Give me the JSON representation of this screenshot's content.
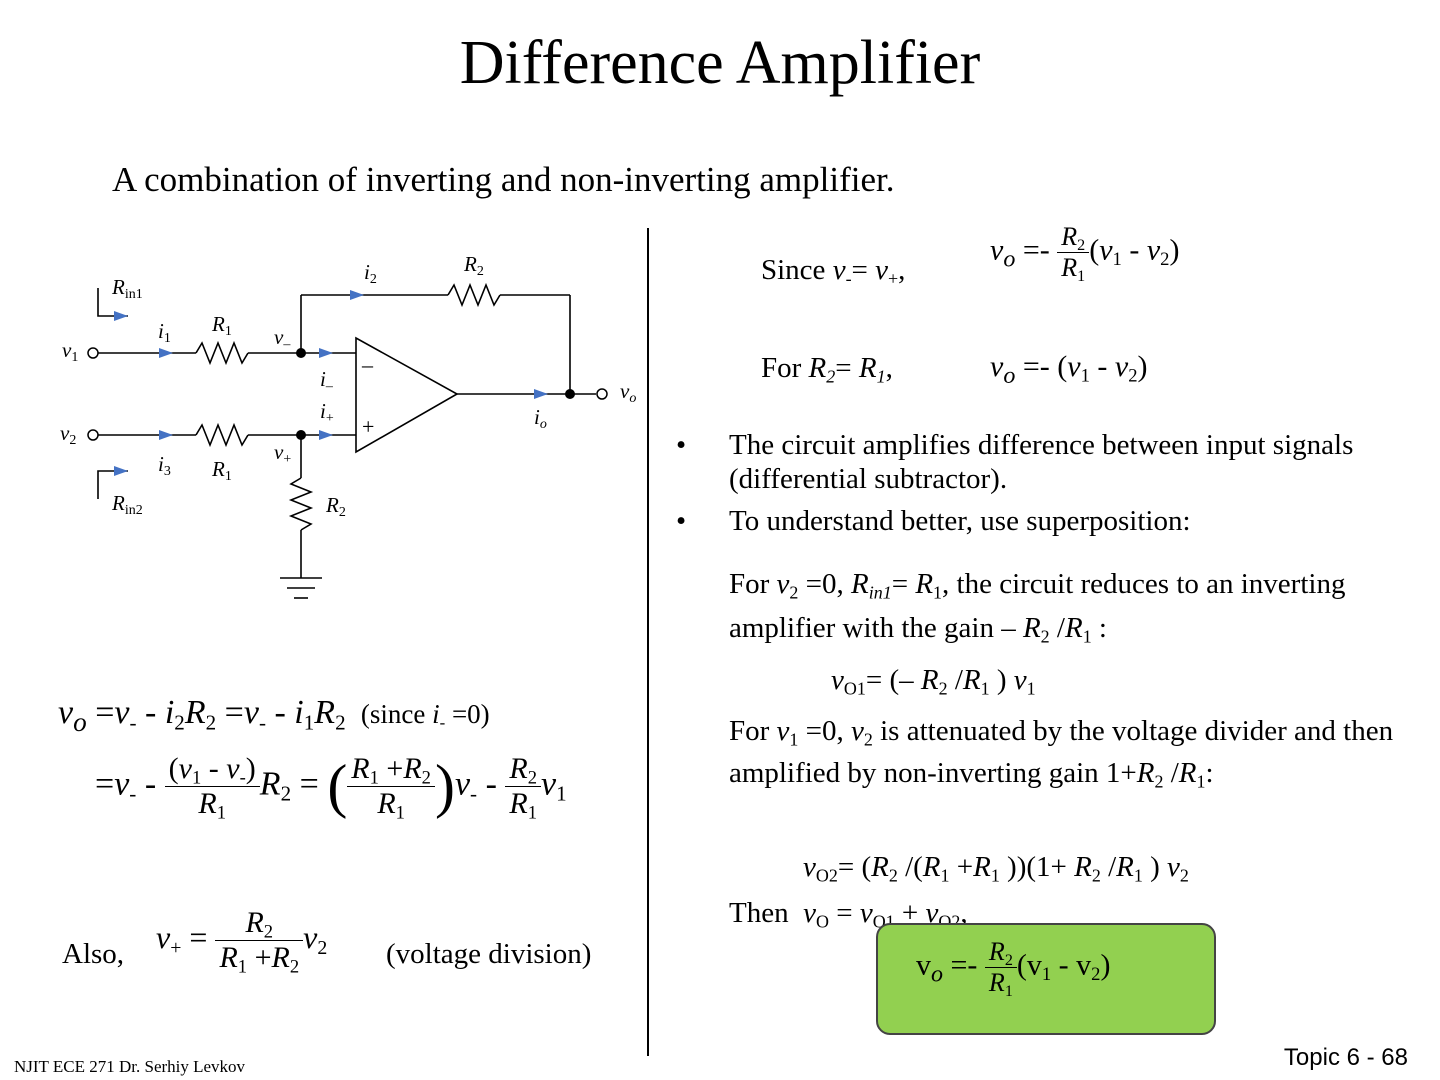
{
  "slide": {
    "title": "Difference Amplifier",
    "subtitle": "A combination of inverting and non-inverting amplifier."
  },
  "circuit": {
    "rin1": "R",
    "rin1_sub": "in1",
    "rin2": "R",
    "rin2_sub": "in2",
    "v1": "v",
    "v1_sub": "1",
    "v2": "v",
    "v2_sub": "2",
    "vo": "v",
    "vo_sub": "o",
    "i1": "i",
    "i1_sub": "1",
    "i2": "i",
    "i2_sub": "2",
    "i3": "i",
    "i3_sub": "3",
    "io": "i",
    "io_sub": "o",
    "iminus": "i",
    "iminus_sub": "–",
    "iplus": "i",
    "iplus_sub": "+",
    "vminus": "v",
    "vminus_sub": "–",
    "vplus": "v",
    "vplus_sub": "+",
    "r1_top": "R",
    "r1_top_sub": "1",
    "r1_bot": "R",
    "r1_bot_sub": "1",
    "r2_top": "R",
    "r2_top_sub": "2",
    "r2_bot": "R",
    "r2_bot_sub": "2",
    "minus_sign": "–",
    "plus_sign": "+"
  },
  "right": {
    "since_label": "Since v- = v+,",
    "for_label": "For R2= R1,",
    "bullets": [
      "The circuit amplifies difference between input signals (differential subtractor).",
      "To understand better, use superposition:"
    ],
    "para1": "For v2 =0, Rin1= R1, the circuit reduces to an inverting amplifier with the gain – R2 /R1 :",
    "eq_vo1": "vO1= (– R2 /R1 ) v1",
    "para2": "For v1 =0, v2 is attenuated by the voltage divider and then amplified by non-inverting gain 1+R2 /R1:",
    "eq_vo2": "vO2= (R2 /(R1 +R1 ))(1+ R2 /R1 ) v2",
    "then": "Then vO = vO1 + vO2,"
  },
  "left_math": {
    "line1": "vo = v- - i2R2 = v- - i1R2 (since i- = 0)",
    "also": "Also,",
    "voltage_division": "(voltage division)"
  },
  "footer": {
    "left": "NJIT ECE 271 Dr. Serhiy Levkov",
    "right": "Topic 6 - 68"
  },
  "colors": {
    "result_box": "#92d050",
    "arrow_blue": "#4472c4"
  }
}
